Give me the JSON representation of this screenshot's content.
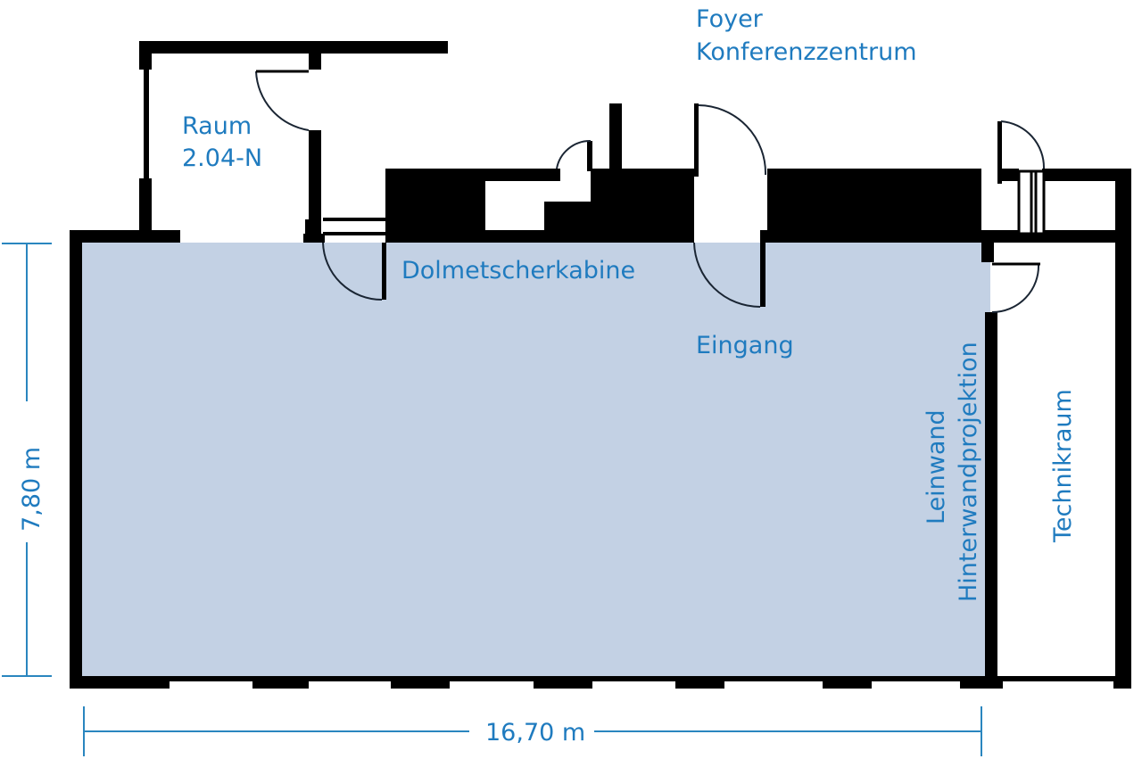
{
  "plan": {
    "colors": {
      "wall": "#000000",
      "room_fill": "#c3d1e4",
      "label": "#1f7bbf",
      "dimension_line": "#2a86bf",
      "background": "#ffffff"
    },
    "rooms": {
      "raum": {
        "line1": "Raum",
        "line2": "2.04-N"
      },
      "foyer": {
        "line1": "Foyer",
        "line2": "Konferenzzentrum"
      },
      "dolmetscher": "Dolmetscherkabine",
      "eingang": "Eingang",
      "leinwand": {
        "line1": "Leinwand",
        "line2": "Hinterwandprojektion"
      },
      "technik": "Technikraum"
    },
    "dimensions": {
      "width": "16,70 m",
      "height": "7,80 m"
    }
  }
}
